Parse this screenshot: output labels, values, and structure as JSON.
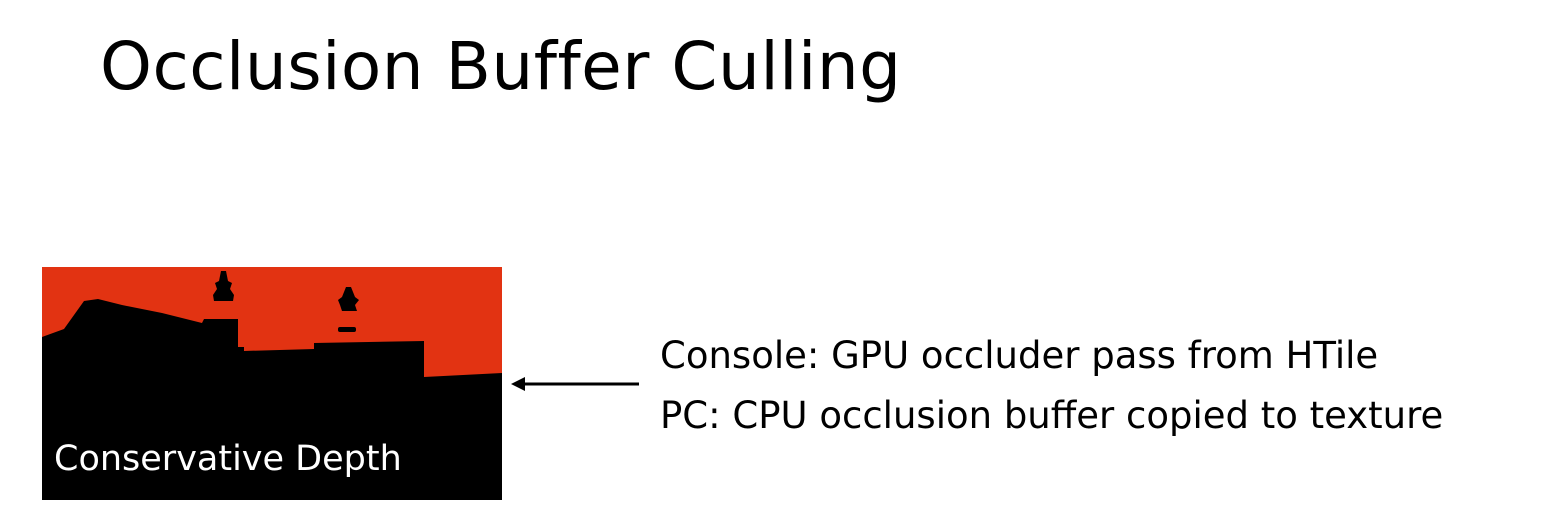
{
  "slide": {
    "title": "Occlusion Buffer Culling"
  },
  "figure": {
    "caption": "Conservative Depth",
    "colors": {
      "sky": "#E23312",
      "occluder": "#000000"
    }
  },
  "description": {
    "line1": "Console: GPU occluder pass from HTile",
    "line2": "PC: CPU occlusion buffer copied to texture"
  },
  "icons": {
    "arrow": "arrow-left-icon"
  }
}
